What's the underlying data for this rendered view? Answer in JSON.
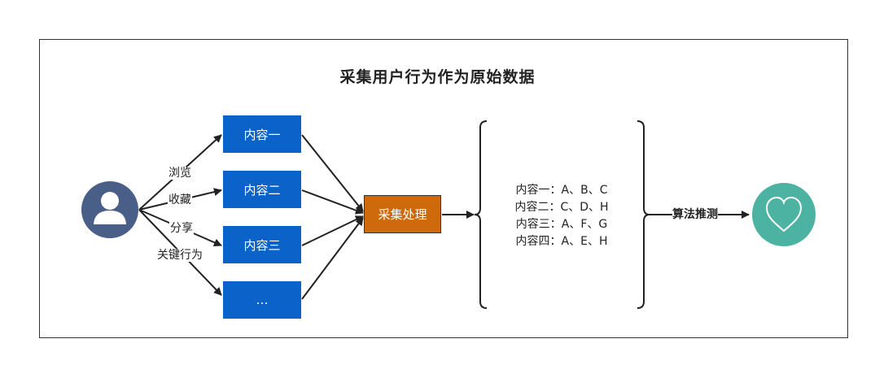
{
  "title": "采集用户行为作为原始数据",
  "user": {
    "icon": "user-icon",
    "color": "#4a5f87"
  },
  "contents": [
    "内容一",
    "内容二",
    "内容三",
    "…"
  ],
  "actions": [
    "浏览",
    "收藏",
    "分享",
    "关键行为"
  ],
  "process": {
    "label": "采集处理",
    "color": "#cf6a0c"
  },
  "content_color": "#0b62c9",
  "mappings": [
    "内容一：A、B、C",
    "内容二：C、D、H",
    "内容三：A、F、G",
    "内容四：A、E、H"
  ],
  "algorithm": "算法推测",
  "result": {
    "icon": "heart-icon",
    "color": "#4cb3a3"
  }
}
